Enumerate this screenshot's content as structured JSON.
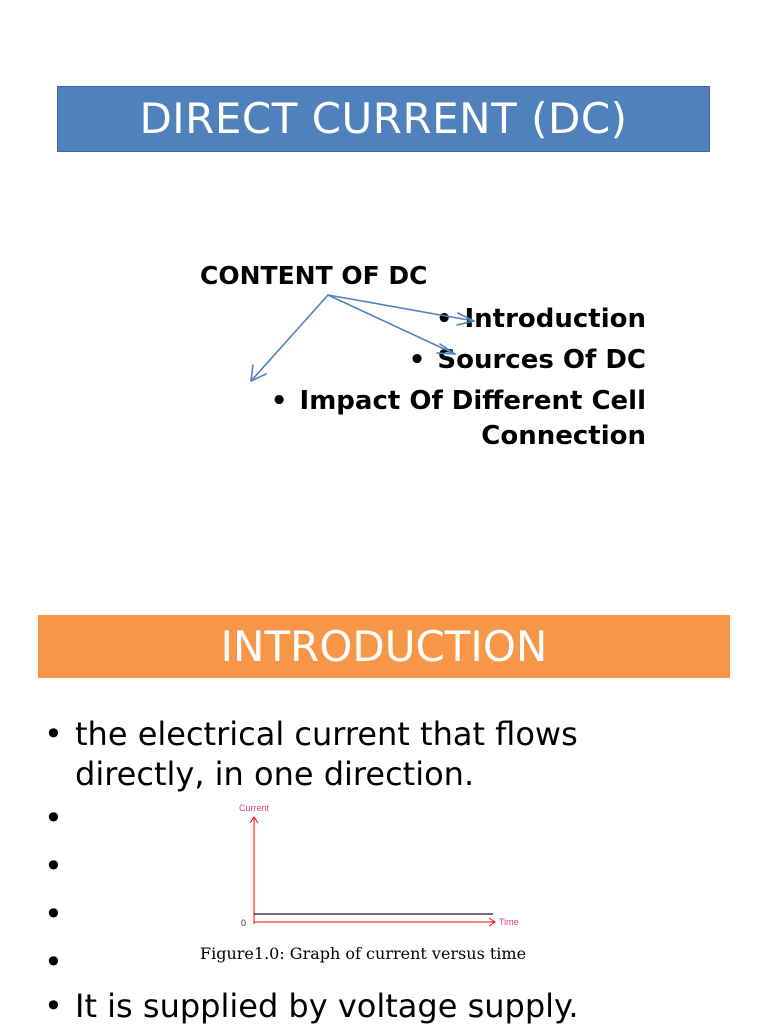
{
  "colors": {
    "title_bar": "#4f81bd",
    "intro_bar": "#f79646",
    "arrow": "#4f81bd",
    "graph_axis": "#ff0000",
    "graph_label": "#e23c8a",
    "graph_line": "#1a1a1a"
  },
  "title": "DIRECT CURRENT (DC)",
  "content": {
    "heading": "CONTENT OF DC",
    "items": [
      {
        "label": "Introduction"
      },
      {
        "label": "Sources Of DC"
      },
      {
        "label": "Impact Of Different Cell Connection"
      }
    ]
  },
  "intro": {
    "heading": "INTRODUCTION",
    "bullets": [
      "the electrical current that flows directly, in one direction.",
      "",
      "",
      "",
      "",
      "It is supplied by voltage supply."
    ],
    "bullet_char": "•"
  },
  "figure": {
    "y_label": "Current",
    "x_label": "Time",
    "origin_label": "0",
    "caption": "Figure1.0: Graph of current versus time"
  }
}
